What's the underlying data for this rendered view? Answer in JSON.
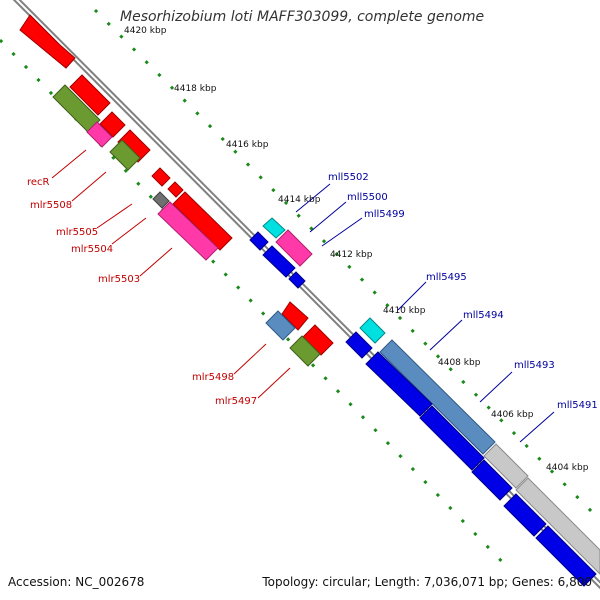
{
  "title": "Mesorhizobium loti MAFF303099, complete genome",
  "accession_text": "Accession: NC_002678",
  "summary_text": "Topology: circular; Length: 7,036,071 bp; Genes: 6,800",
  "tick_labels": [
    {
      "id": "t4420",
      "text": "4420 kbp"
    },
    {
      "id": "t4418",
      "text": "4418 kbp"
    },
    {
      "id": "t4416",
      "text": "4416 kbp"
    },
    {
      "id": "t4414",
      "text": "4414 kbp"
    },
    {
      "id": "t4412",
      "text": "4412 kbp"
    },
    {
      "id": "t4410",
      "text": "4410 kbp"
    },
    {
      "id": "t4408",
      "text": "4408 kbp"
    },
    {
      "id": "t4406",
      "text": "4406 kbp"
    },
    {
      "id": "t4404",
      "text": "4404 kbp"
    }
  ],
  "forward_gene_labels": [
    "recR",
    "mlr5508",
    "mlr5505",
    "mlr5504",
    "mlr5503",
    "mlr5498",
    "mlr5497"
  ],
  "reverse_gene_labels": [
    "mll5502",
    "mll5500",
    "mll5499",
    "mll5495",
    "mll5494",
    "mll5493",
    "mll5491"
  ],
  "colors": {
    "backbone": "#808080",
    "forward_gene": "#ff0000",
    "reverse_gene": "#0000e6",
    "steel_blue_gene": "#5a8cc0",
    "cyan_gene": "#00e0e0",
    "pink_gene": "#ff3aa8",
    "olive_gene": "#6b9a30",
    "gray_gene": "#c8c8c8",
    "tick_marks": "#1a8a1a",
    "forward_label": "#c00000",
    "reverse_label": "#00009c"
  }
}
